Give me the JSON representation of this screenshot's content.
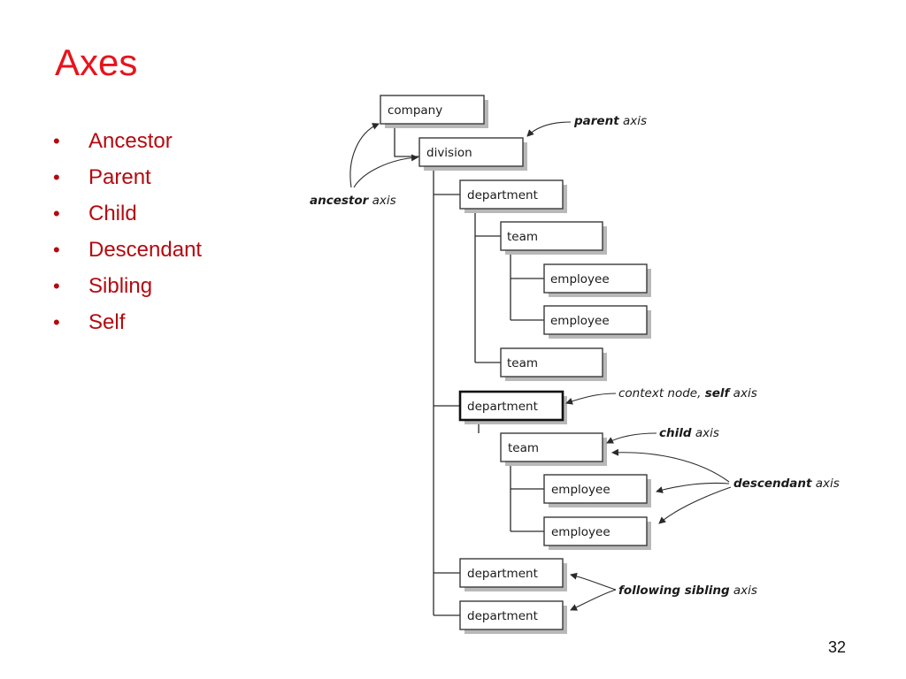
{
  "slide": {
    "title": "Axes",
    "page_number": "32"
  },
  "bullets": [
    {
      "label": "Ancestor"
    },
    {
      "label": "Parent"
    },
    {
      "label": "Child"
    },
    {
      "label": "Descendant"
    },
    {
      "label": "Sibling"
    },
    {
      "label": "Self"
    }
  ],
  "bullet_symbol": "•",
  "colors": {
    "title": "#e8131b",
    "bullets": "#b40a10"
  },
  "diagram": {
    "nodes": [
      {
        "label": "company"
      },
      {
        "label": "division"
      },
      {
        "label": "department"
      },
      {
        "label": "team"
      },
      {
        "label": "employee"
      },
      {
        "label": "employee"
      },
      {
        "label": "team"
      },
      {
        "label": "department",
        "context_node": true
      },
      {
        "label": "team"
      },
      {
        "label": "employee"
      },
      {
        "label": "employee"
      },
      {
        "label": "department"
      },
      {
        "label": "department"
      }
    ],
    "axis_labels": {
      "parent": {
        "bold": "parent",
        "rest": " axis"
      },
      "ancestor": {
        "bold": "ancestor",
        "rest": " axis"
      },
      "self": {
        "pre": "context node, ",
        "bold": "self",
        "rest": " axis"
      },
      "child": {
        "bold": "child",
        "rest": " axis"
      },
      "descendant": {
        "bold": "descendant",
        "rest": " axis"
      },
      "following_sibling": {
        "bold": "following sibling",
        "rest": " axis"
      }
    }
  }
}
